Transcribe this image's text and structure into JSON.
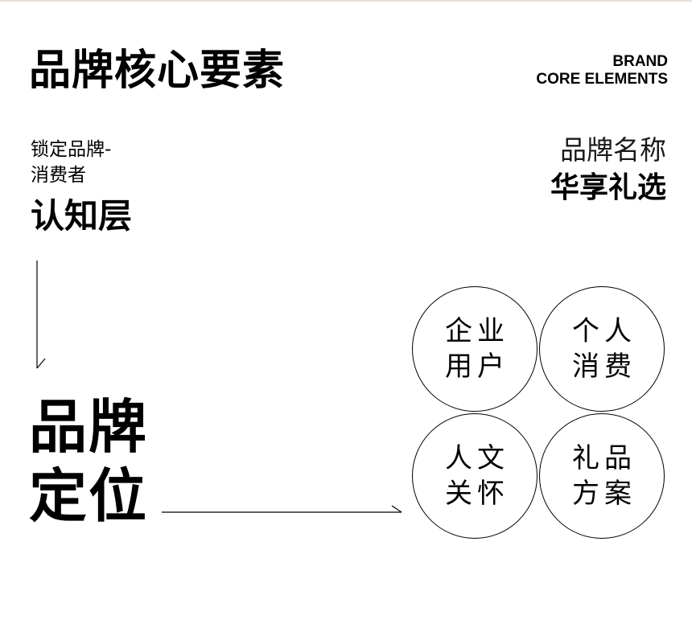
{
  "header": {
    "title": "品牌核心要素",
    "en_line1": "BRAND",
    "en_line2": "CORE ELEMENTS"
  },
  "left": {
    "sub_line1": "锁定品牌-",
    "sub_line2": "消费者",
    "sub_bold": "认知层",
    "big_line1": "品牌",
    "big_line2": "定位"
  },
  "right": {
    "name_label": "品牌名称",
    "name_value": "华享礼选"
  },
  "circles": [
    {
      "line1": "企业",
      "line2": "用户"
    },
    {
      "line1": "个人",
      "line2": "消费"
    },
    {
      "line1": "人文",
      "line2": "关怀"
    },
    {
      "line1": "礼品",
      "line2": "方案"
    }
  ],
  "colors": {
    "text": "#000000",
    "background": "#ffffff",
    "top_rule": "#e9dfd7"
  }
}
